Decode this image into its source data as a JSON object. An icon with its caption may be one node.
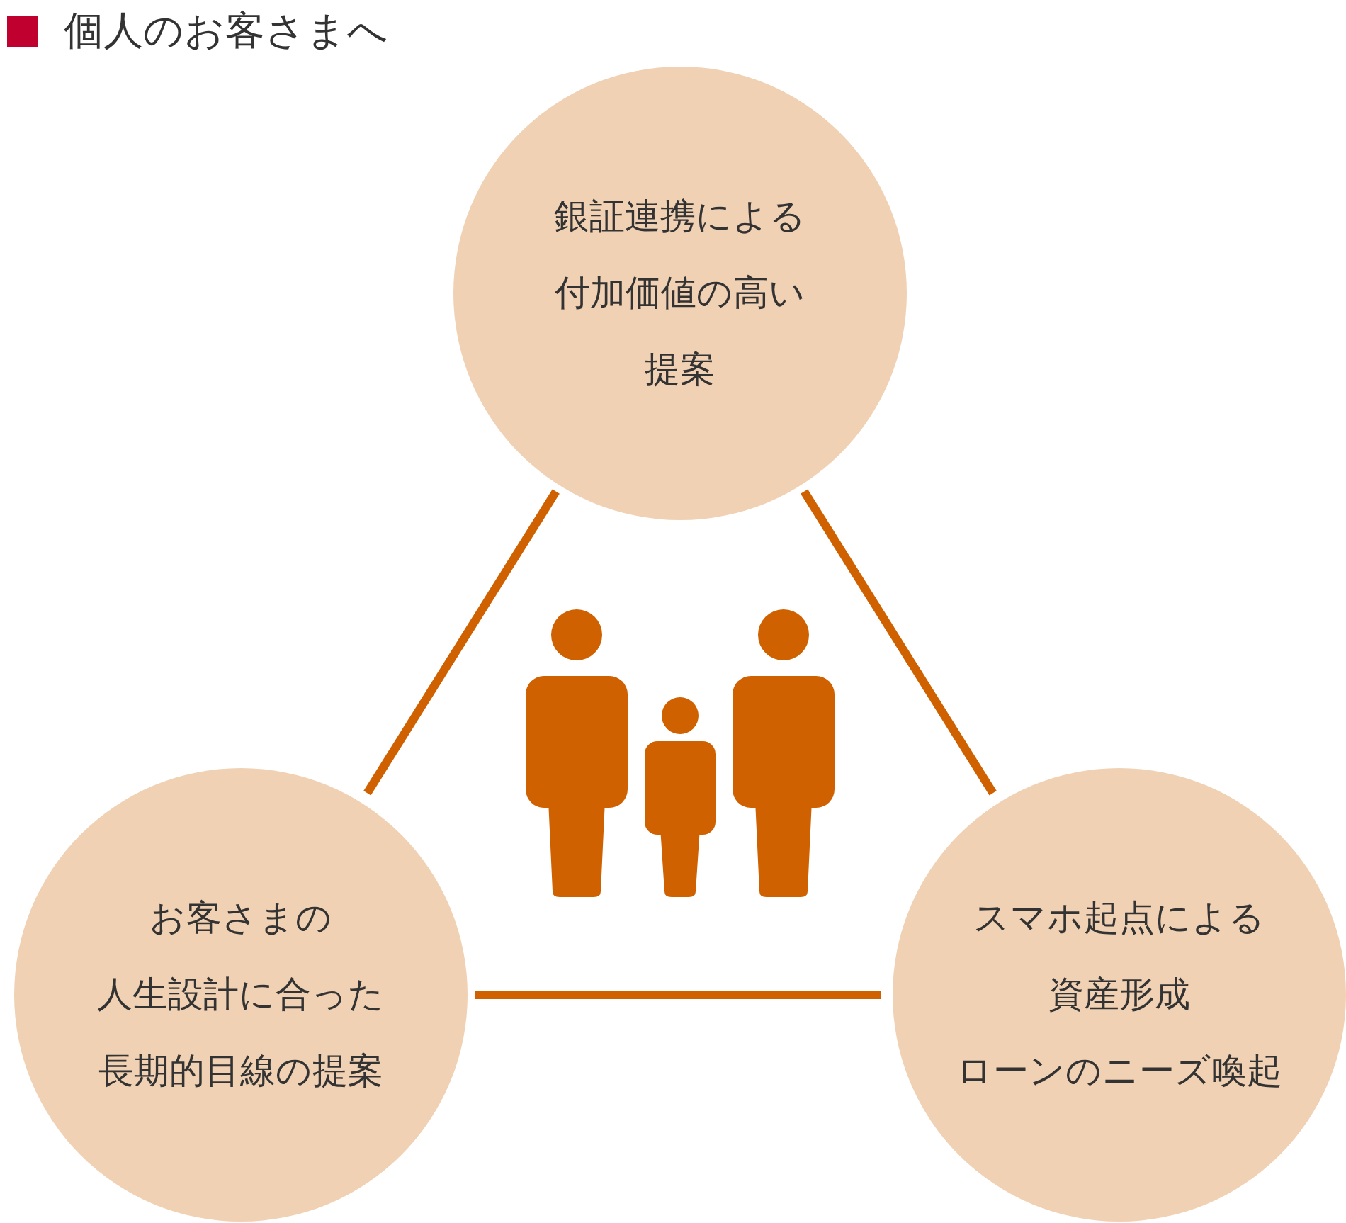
{
  "diagram": {
    "title": "個人のお客さまへ",
    "nodes": [
      {
        "text": [
          "銀証連携による付加価値の高い提案"
        ]
      },
      {
        "text": [
          "お客さまの人生設計に合った長期的目線の提案"
        ]
      },
      {
        "text": [
          "スマホ起点による資産形成ローンのニーズ喚起"
        ]
      }
    ],
    "edges": [
      {
        "from": 0,
        "to": 1,
        "arrow": "none"
      },
      {
        "from": 0,
        "to": 2,
        "arrow": "none"
      },
      {
        "from": 1,
        "to": 2,
        "arrow": "none"
      }
    ]
  }
}
